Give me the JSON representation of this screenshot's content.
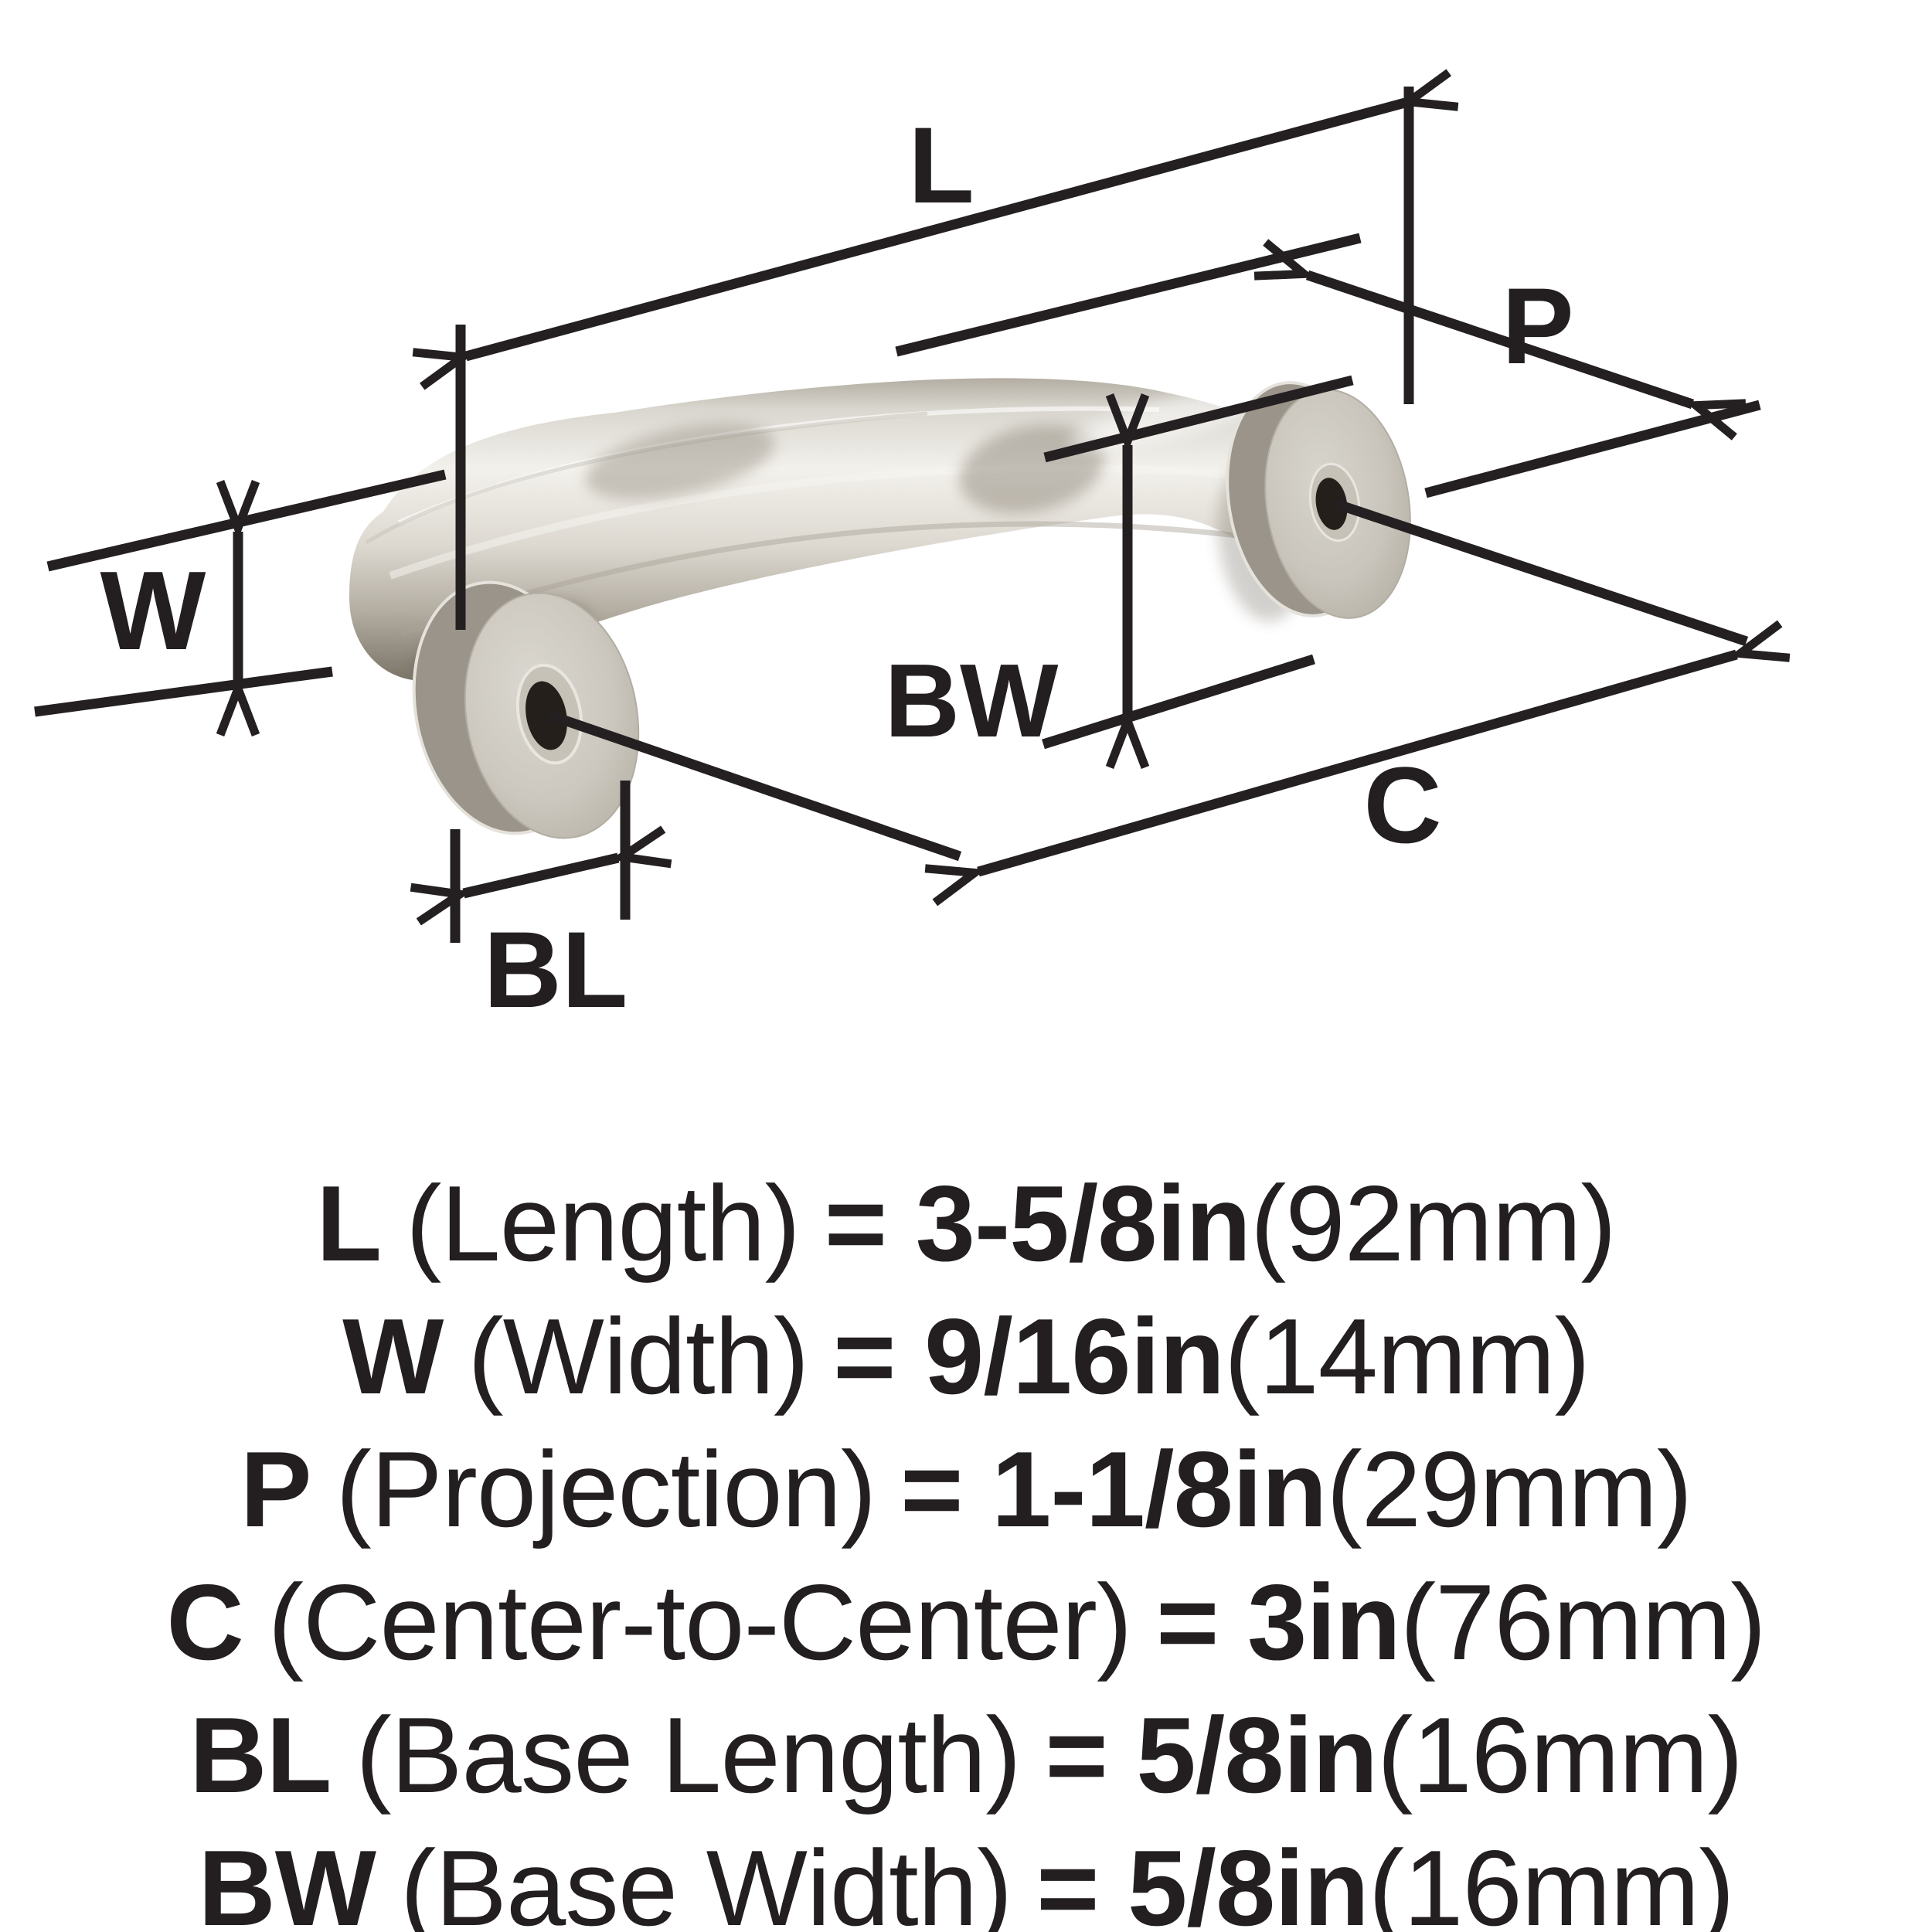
{
  "diagram": {
    "labels": {
      "L": "L",
      "P": "P",
      "W": "W",
      "BW": "BW",
      "C": "C",
      "BL": "BL"
    },
    "line_color": "#242021",
    "metal": {
      "base": "#d5d2ca",
      "highlight": "#f4f2ee",
      "shadow": "#8e887d",
      "flange_face": "#ccc8bf",
      "hole": "#241f1a"
    }
  },
  "specs": {
    "rows": [
      {
        "symbol": "L",
        "name": "(Length)",
        "value": "= 3-5/8in",
        "metric": "(92mm)"
      },
      {
        "symbol": "W",
        "name": "(Width)",
        "value": "= 9/16in",
        "metric": "(14mm)"
      },
      {
        "symbol": "P",
        "name": "(Projection)",
        "value": "= 1-1/8in",
        "metric": "(29mm)"
      },
      {
        "symbol": "C",
        "name": "(Center-to-Center)",
        "value": "= 3in",
        "metric": "(76mm)"
      },
      {
        "symbol": "BL",
        "name": "(Base Length)",
        "value": "= 5/8in",
        "metric": "(16mm)"
      },
      {
        "symbol": "BW",
        "name": "(Base Width)",
        "value": "= 5/8in",
        "metric": "(16mm)"
      }
    ]
  }
}
